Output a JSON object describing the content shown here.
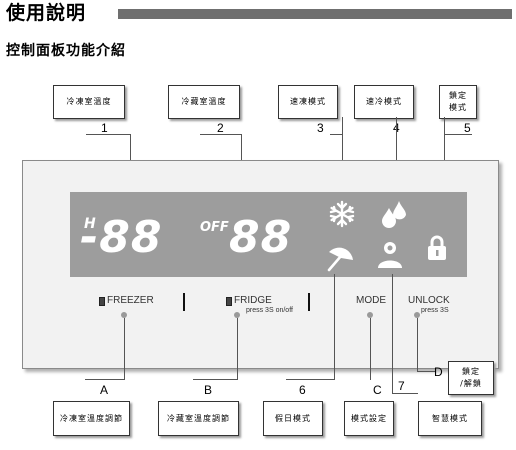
{
  "header": {
    "title": "使用說明",
    "subtitle": "控制面板功能介紹"
  },
  "top_callouts": [
    {
      "label": "冷凍室溫度",
      "number": "1"
    },
    {
      "label": "冷藏室溫度",
      "number": "2"
    },
    {
      "label": "速凍模式",
      "number": "3"
    },
    {
      "label": "速冷模式",
      "number": "4"
    },
    {
      "label": "鎖定\n模式",
      "number": "5"
    }
  ],
  "display": {
    "freezer_prefix": "H",
    "freezer_digits": "-88",
    "fridge_prefix": "OFF",
    "fridge_digits": "88"
  },
  "panel_labels": {
    "freezer": "FREEZER",
    "fridge": "FRIDGE",
    "fridge_sub": "press 3S on/off",
    "mode": "MODE",
    "unlock": "UNLOCK",
    "unlock_sub": "press 3S"
  },
  "bottom_callouts": [
    {
      "label": "冷凍室溫度調節",
      "letter": "A"
    },
    {
      "label": "冷藏室溫度調節",
      "letter": "B"
    },
    {
      "label": "假日模式",
      "number": "6"
    },
    {
      "label": "模式設定",
      "letter": "C"
    },
    {
      "label": "智慧模式",
      "number": "7"
    },
    {
      "label": "鎖定\n/解鎖",
      "letter": "D"
    }
  ],
  "icons": [
    "snowflake-icon",
    "water-drops-icon",
    "lock-icon",
    "umbrella-icon",
    "person-icon"
  ],
  "colors": {
    "display_bg": "#9d9d9d",
    "title_bar": "#6f6f6f",
    "panel_bg": "#f2f2f2"
  }
}
